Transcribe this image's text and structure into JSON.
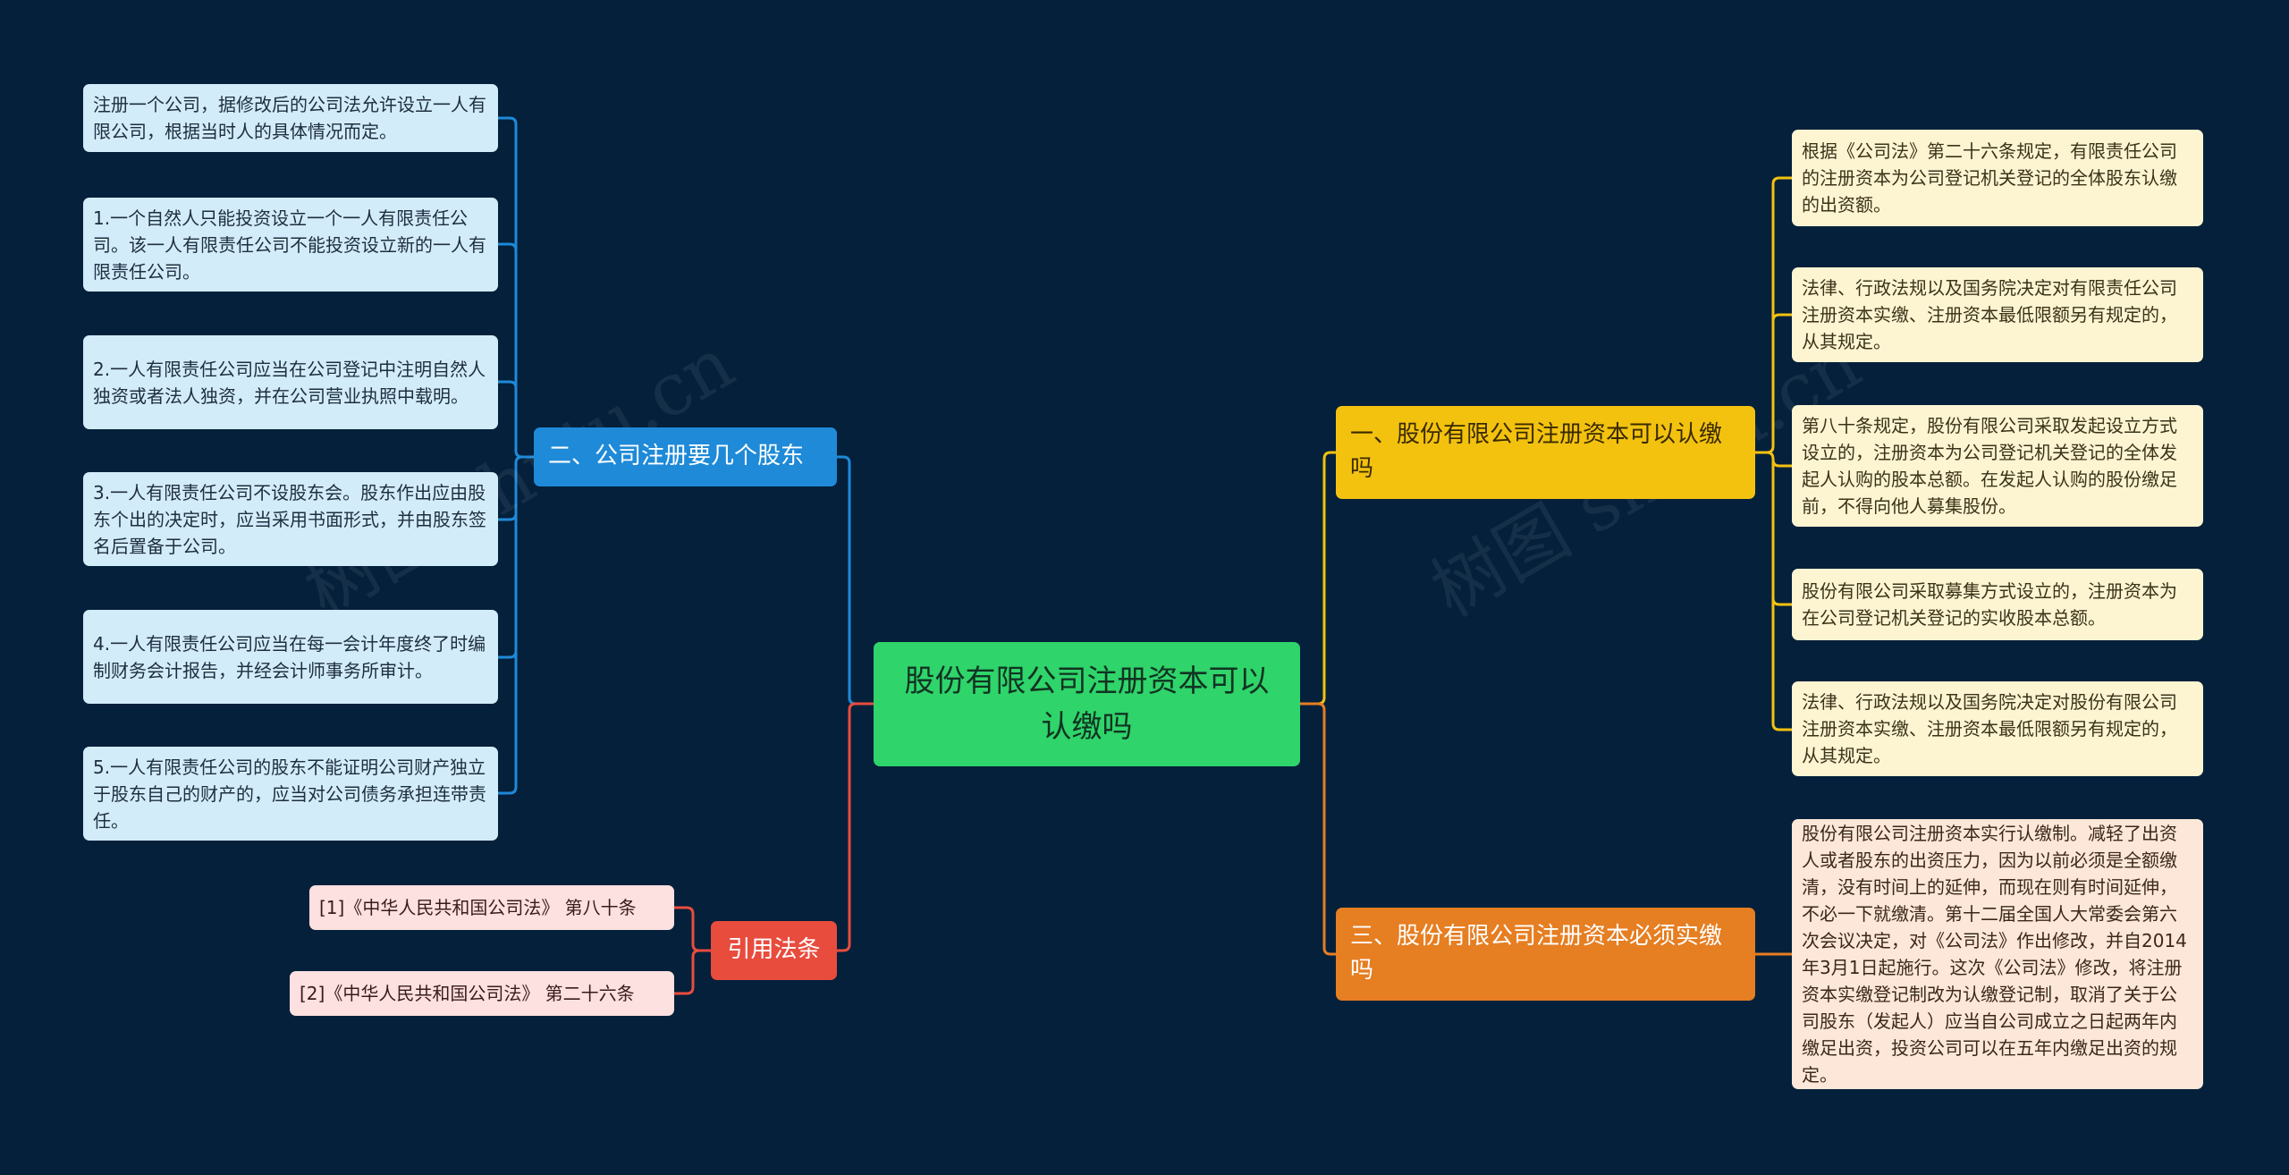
{
  "root": {
    "text": "股份有限公司注册资本可以认缴吗"
  },
  "branches": {
    "b2": {
      "label": "二、公司注册要几个股东",
      "items": [
        "注册一个公司，据修改后的公司法允许设立一人有限公司，根据当时人的具体情况而定。",
        "1.一个自然人只能投资设立一个一人有限责任公司。该一人有限责任公司不能投资设立新的一人有限责任公司。",
        "2.一人有限责任公司应当在公司登记中注明自然人独资或者法人独资，并在公司营业执照中载明。",
        "3.一人有限责任公司不设股东会。股东作出应由股东个出的决定时，应当采用书面形式，并由股东签名后置备于公司。",
        "4.一人有限责任公司应当在每一会计年度终了时编制财务会计报告，并经会计师事务所审计。",
        "5.一人有限责任公司的股东不能证明公司财产独立于股东自己的财产的，应当对公司债务承担连带责任。"
      ]
    },
    "law": {
      "label": "引用法条",
      "items": [
        "[1]《中华人民共和国公司法》 第八十条",
        "[2]《中华人民共和国公司法》 第二十六条"
      ]
    },
    "b1": {
      "label": "一、股份有限公司注册资本可以认缴吗",
      "items": [
        "根据《公司法》第二十六条规定，有限责任公司的注册资本为公司登记机关登记的全体股东认缴的出资额。",
        "法律、行政法规以及国务院决定对有限责任公司注册资本实缴、注册资本最低限额另有规定的，从其规定。",
        "第八十条规定，股份有限公司采取发起设立方式设立的，注册资本为公司登记机关登记的全体发起人认购的股本总额。在发起人认购的股份缴足前，不得向他人募集股份。",
        "股份有限公司采取募集方式设立的，注册资本为在公司登记机关登记的实收股本总额。",
        "法律、行政法规以及国务院决定对股份有限公司注册资本实缴、注册资本最低限额另有规定的，从其规定。"
      ]
    },
    "b3": {
      "label": "三、股份有限公司注册资本必须实缴吗",
      "items": [
        "股份有限公司注册资本实行认缴制。减轻了出资人或者股东的出资压力，因为以前必须是全额缴清，没有时间上的延伸，而现在则有时间延伸，不必一下就缴清。第十二届全国人大常委会第六次会议决定，对《公司法》作出修改，并自2014年3月1日起施行。这次《公司法》修改，将注册资本实缴登记制改为认缴登记制，取消了关于公司股东（发起人）应当自公司成立之日起两年内缴足出资，投资公司可以在五年内缴足出资的规定。"
      ]
    }
  },
  "watermark": "树图 shutu.cn",
  "colors": {
    "background": "#04203b",
    "root": "#2fd46a",
    "blue": "#1e8ad8",
    "red": "#e84c3d",
    "yellow": "#f3c20f",
    "orange": "#e67e22"
  }
}
